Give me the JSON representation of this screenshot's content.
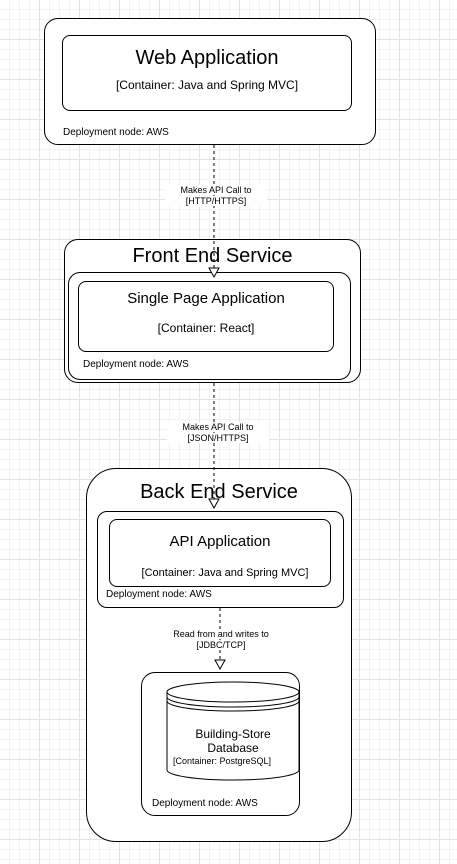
{
  "web": {
    "title": "Web Application",
    "tech": "[Container: Java and Spring MVC]",
    "node": "Deployment node: AWS"
  },
  "edge1": {
    "line1": "Makes API Call to",
    "line2": "[HTTP/HTTPS]"
  },
  "frontend": {
    "service_title": "Front End Service",
    "spa_title": "Single Page Application",
    "spa_tech": "[Container: React]",
    "node": "Deployment node: AWS"
  },
  "edge2": {
    "line1": "Makes API Call to",
    "line2": "[JSON/HTTPS]"
  },
  "backend": {
    "service_title": "Back End Service",
    "api_title": "API Application",
    "api_tech": "[Container: Java and Spring MVC]",
    "api_node": "Deployment node: AWS",
    "db_title_line1": "Building-Store",
    "db_title_line2": "Database",
    "db_tech": "[Container: PostgreSQL]",
    "db_node": "Deployment node: AWS"
  },
  "edge3": {
    "line1": "Read from and writes to",
    "line2": "[JDBC/TCP]"
  }
}
